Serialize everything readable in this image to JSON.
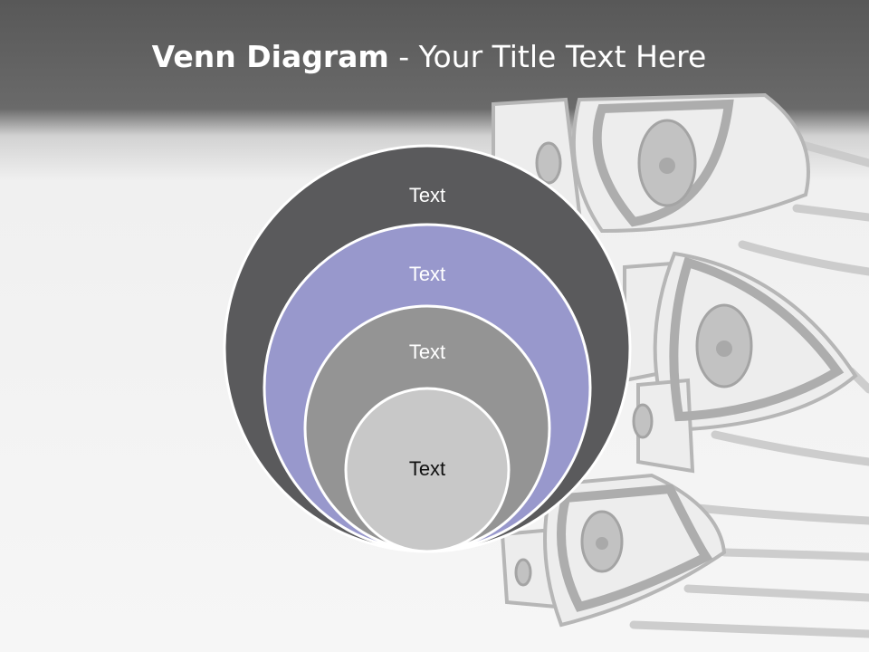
{
  "slide": {
    "title_bold": "Venn Diagram",
    "title_rest": " - Your Title Text Here"
  },
  "diagram": {
    "circles": [
      {
        "label": "Text",
        "fill": "#5a5a5c",
        "text_color": "#ffffff"
      },
      {
        "label": "Text",
        "fill": "#9898cc",
        "text_color": "#ffffff"
      },
      {
        "label": "Text",
        "fill": "#949494",
        "text_color": "#ffffff"
      },
      {
        "label": "Text",
        "fill": "#c8c8c8",
        "text_color": "#111111"
      }
    ],
    "stroke_color": "#ffffff"
  },
  "background": {
    "decoration": "speakers-illustration",
    "header_color": "#585858"
  }
}
